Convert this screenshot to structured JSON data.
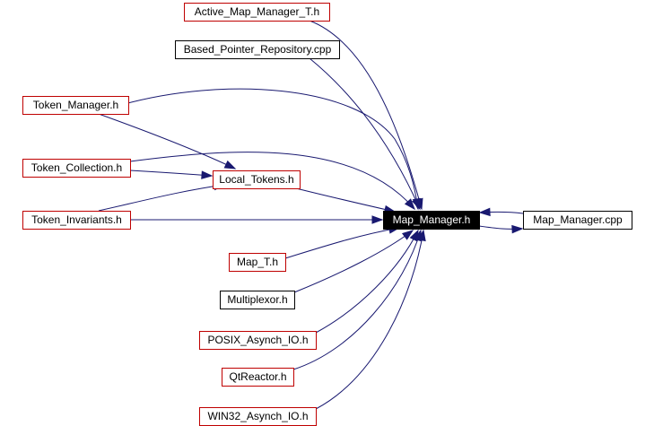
{
  "diagram": {
    "edge_color": "#191970",
    "nodes": [
      {
        "id": "active_map_manager_t_h",
        "label": "Active_Map_Manager_T.h",
        "style": "red"
      },
      {
        "id": "based_pointer_repository_cpp",
        "label": "Based_Pointer_Repository.cpp",
        "style": "black"
      },
      {
        "id": "token_manager_h",
        "label": "Token_Manager.h",
        "style": "red"
      },
      {
        "id": "token_collection_h",
        "label": "Token_Collection.h",
        "style": "red"
      },
      {
        "id": "local_tokens_h",
        "label": "Local_Tokens.h",
        "style": "red"
      },
      {
        "id": "token_invariants_h",
        "label": "Token_Invariants.h",
        "style": "red"
      },
      {
        "id": "map_manager_h",
        "label": "Map_Manager.h",
        "style": "focus"
      },
      {
        "id": "map_manager_cpp",
        "label": "Map_Manager.cpp",
        "style": "black"
      },
      {
        "id": "map_t_h",
        "label": "Map_T.h",
        "style": "red"
      },
      {
        "id": "multiplexor_h",
        "label": "Multiplexor.h",
        "style": "black"
      },
      {
        "id": "posix_asynch_io_h",
        "label": "POSIX_Asynch_IO.h",
        "style": "red"
      },
      {
        "id": "qtreactor_h",
        "label": "QtReactor.h",
        "style": "red"
      },
      {
        "id": "win32_asynch_io_h",
        "label": "WIN32_Asynch_IO.h",
        "style": "red"
      }
    ],
    "edges": [
      {
        "from": "active_map_manager_t_h",
        "to": "map_manager_h"
      },
      {
        "from": "based_pointer_repository_cpp",
        "to": "map_manager_h"
      },
      {
        "from": "token_manager_h",
        "to": "map_manager_h"
      },
      {
        "from": "token_manager_h",
        "to": "local_tokens_h"
      },
      {
        "from": "token_collection_h",
        "to": "map_manager_h"
      },
      {
        "from": "token_collection_h",
        "to": "local_tokens_h"
      },
      {
        "from": "token_invariants_h",
        "to": "local_tokens_h"
      },
      {
        "from": "token_invariants_h",
        "to": "map_manager_h"
      },
      {
        "from": "local_tokens_h",
        "to": "map_manager_h"
      },
      {
        "from": "map_t_h",
        "to": "map_manager_h"
      },
      {
        "from": "multiplexor_h",
        "to": "map_manager_h"
      },
      {
        "from": "posix_asynch_io_h",
        "to": "map_manager_h"
      },
      {
        "from": "qtreactor_h",
        "to": "map_manager_h"
      },
      {
        "from": "win32_asynch_io_h",
        "to": "map_manager_h"
      },
      {
        "from": "map_manager_h",
        "to": "map_manager_cpp"
      },
      {
        "from": "map_manager_cpp",
        "to": "map_manager_h"
      }
    ]
  }
}
